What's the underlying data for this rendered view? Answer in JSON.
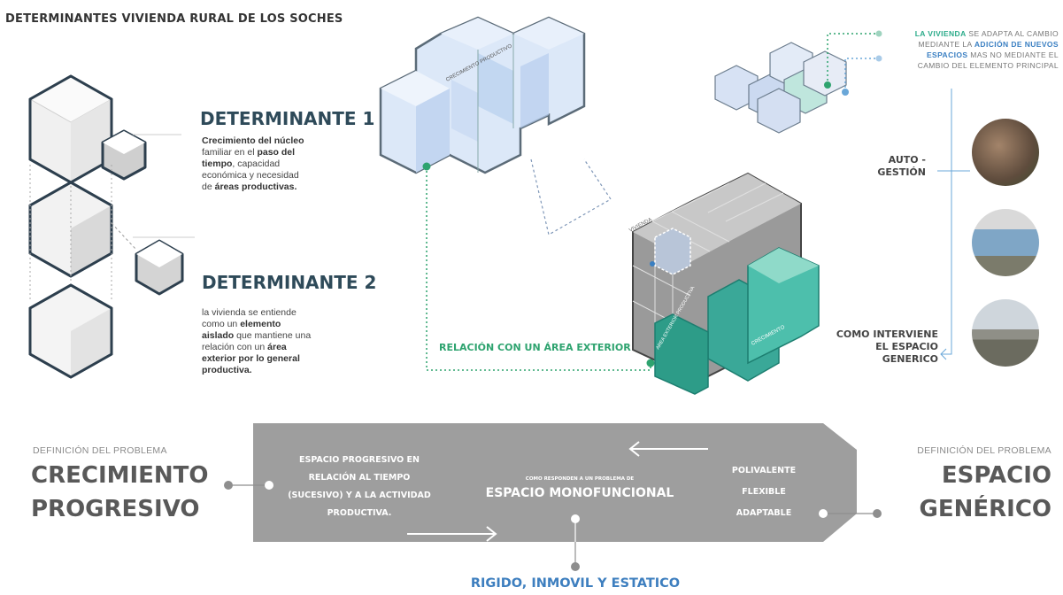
{
  "title": "DETERMINANTES VIVIENDA RURAL DE LOS SOCHES",
  "determinante1": {
    "heading": "DETERMINANTE 1",
    "line1_bold": "Crecimiento del núcleo",
    "line2_pre": "familiar en el ",
    "line2_bold": "paso del",
    "line3_bold": "tiempo",
    "line3_post": ",          capacidad",
    "line4": "económica y necesidad",
    "line5_pre": "de ",
    "line5_bold": "áreas productivas."
  },
  "determinante2": {
    "heading": "DETERMINANTE 2",
    "line1": "la vivienda se entiende",
    "line2_pre": "como      un      ",
    "line2_bold": "elemento",
    "line3_bold": "aislado",
    "line3_post": " que mantiene una",
    "line4_pre": "relación    con    un    ",
    "line4_bold": "área",
    "line5_bold": "exterior por lo general",
    "line6_bold": "productiva."
  },
  "diagram_labels": {
    "crecimiento_productivo": "CRECIMIENTO PRODUCTIVO",
    "crecimiento": "CRECIMIENTO",
    "vivienda": "VIVIENDA",
    "area_exterior_productiva": "AREA EXTERIOR PRODUCTIVA"
  },
  "relacion_label": "RELACIÓN CON UN ÁREA EXTERIOR",
  "top_note": {
    "l1_a": "LA VIVIENDA",
    "l1_b": " SE ADAPTA AL CAMBIO",
    "l2_a": "MEDIANTE LA ",
    "l2_b": "ADICIÓN DE NUEVOS",
    "l3_a": "ESPACIOS",
    "l3_b": " MAS NO MEDIANTE EL",
    "l4": "CAMBIO DEL ELEMENTO PRINCIPAL"
  },
  "autogestion": {
    "l1": "AUTO -",
    "l2": "GESTIÓN"
  },
  "como_interviene": {
    "l1": "COMO INTERVIENE",
    "l2": "EL ESPACIO",
    "l3": "GENERICO"
  },
  "left_problem": {
    "small": "DEFINICIÓN DEL PROBLEMA",
    "big1": "CRECIMIENTO",
    "big2": "PROGRESIVO"
  },
  "right_problem": {
    "small": "DEFINICIÓN DEL PROBLEMA",
    "big1": "ESPACIO",
    "big2": "GENÉRICO"
  },
  "banner": {
    "left1": "ESPACIO PROGRESIVO EN",
    "left2": "RELACIÓN AL TIEMPO",
    "left3": "(SUCESIVO) Y A LA ACTIVIDAD",
    "left4": "PRODUCTIVA.",
    "center_small": "COMO RESPONDEN A UN PROBLEMA DE",
    "center_big": "ESPACIO MONOFUNCIONAL",
    "right1": "POLIVALENTE",
    "right2": "FLEXIBLE",
    "right3": "ADAPTABLE"
  },
  "rigido": "RIGIDO, INMOVIL Y ESTATICO",
  "colors": {
    "teal": "#2bab8a",
    "blue": "#3a7fc2",
    "banner": "#9e9e9e",
    "dark_blue_text": "#2e4a59"
  }
}
